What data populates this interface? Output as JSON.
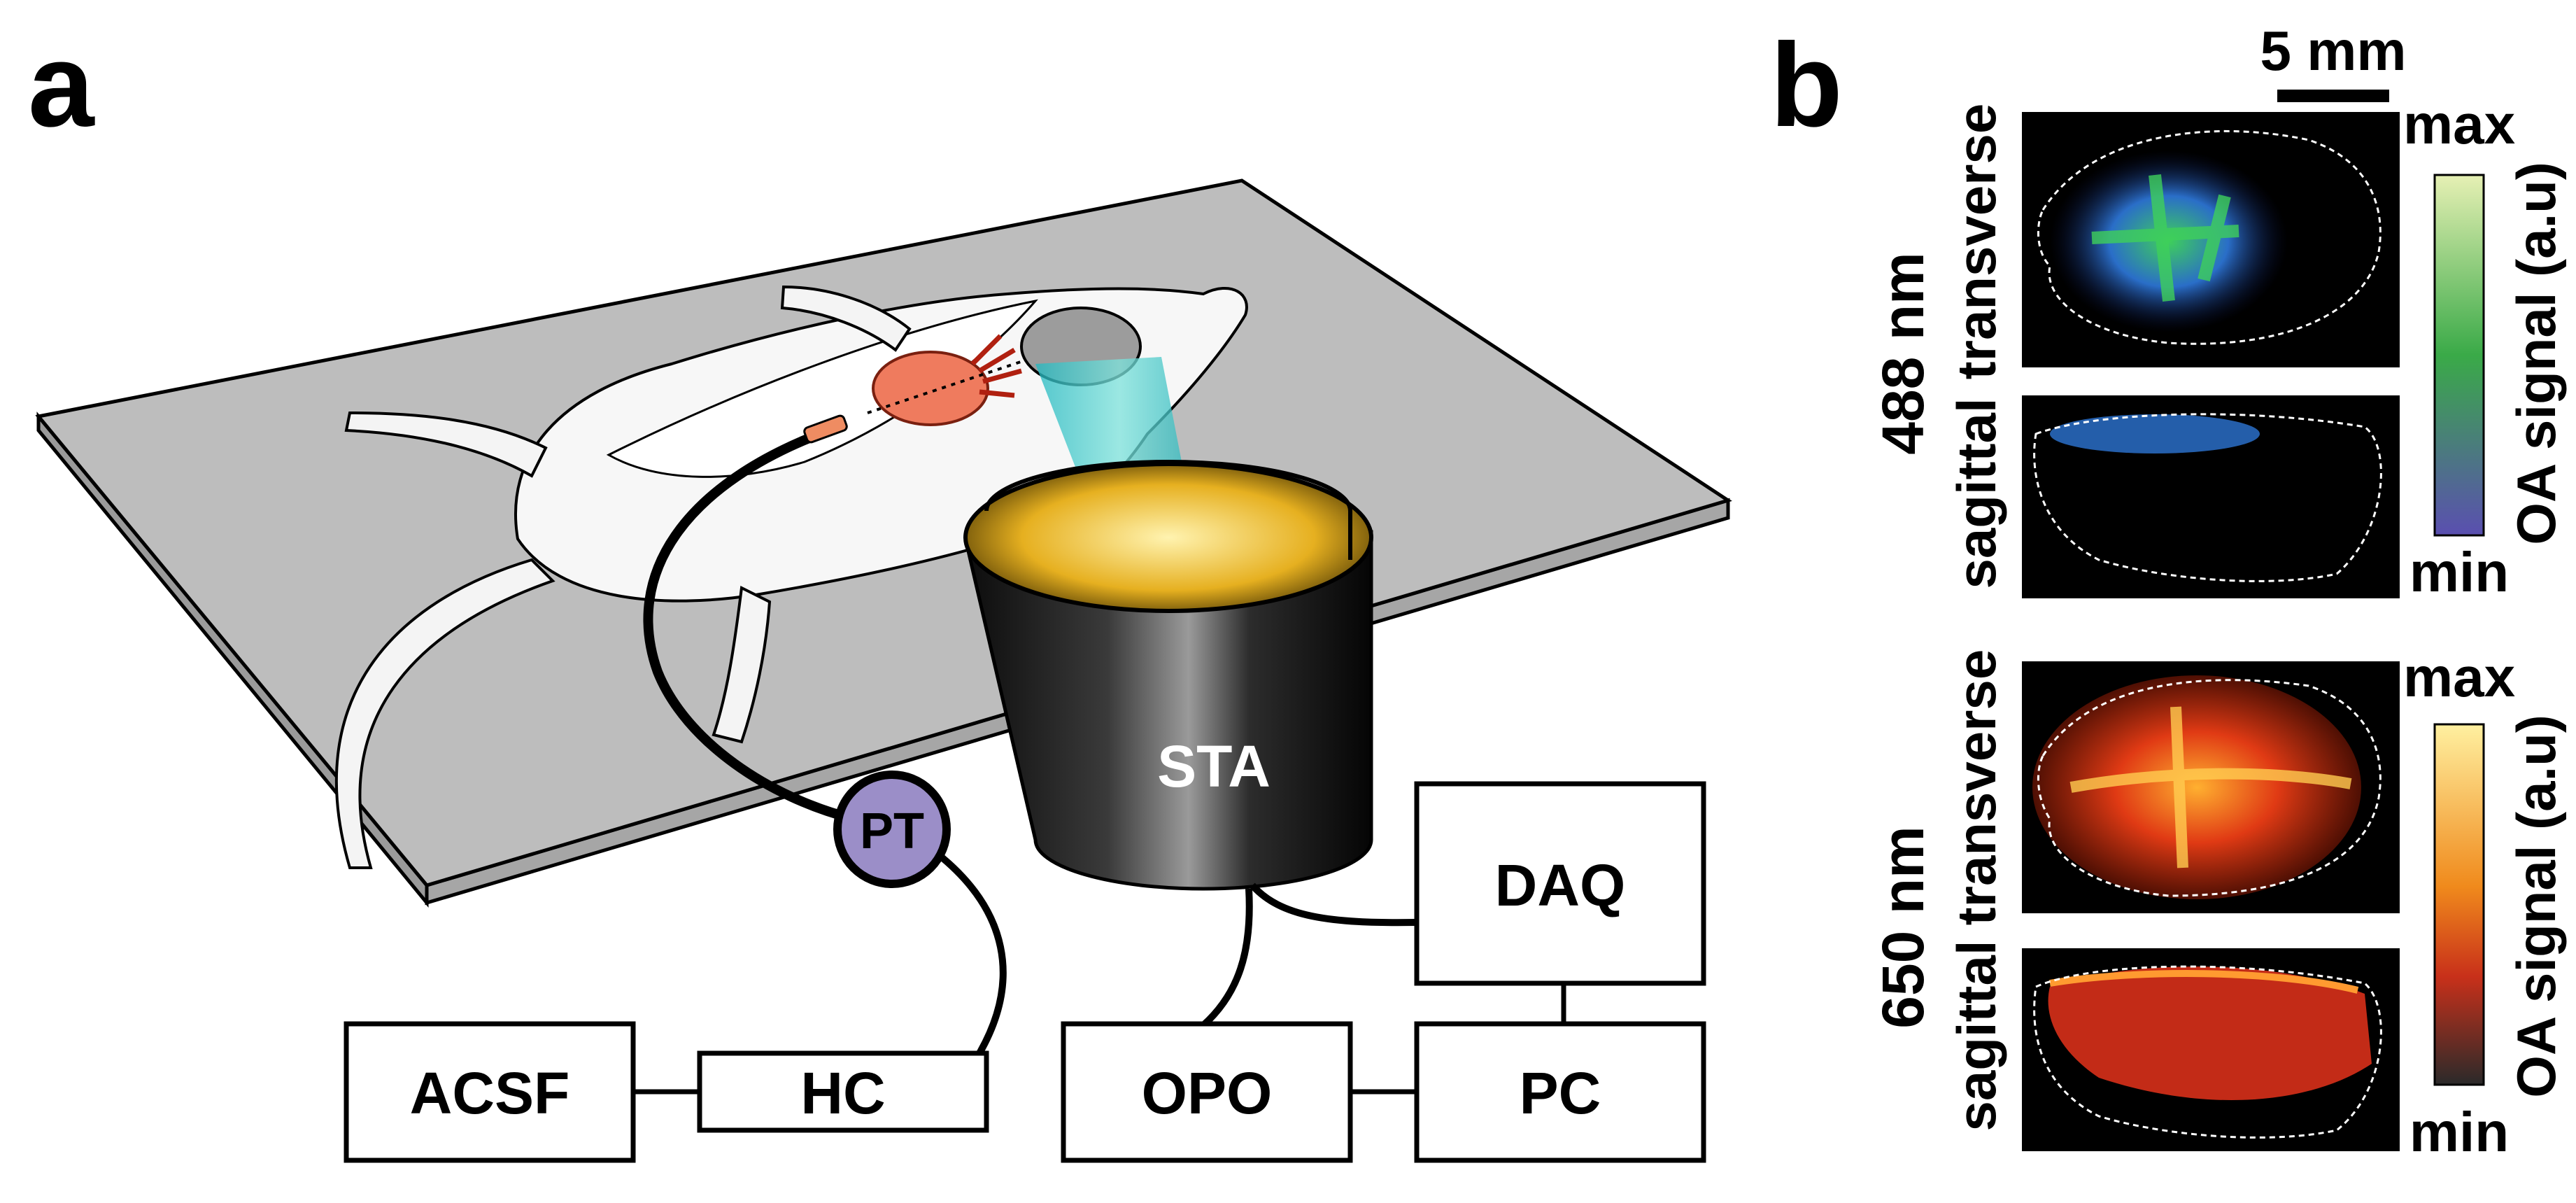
{
  "panel_labels": {
    "a": "a",
    "b": "b"
  },
  "setup": {
    "sta": "STA",
    "pt": "PT",
    "acsf": "ACSF",
    "hc": "HC",
    "opo": "OPO",
    "pc": "PC",
    "daq": "DAQ"
  },
  "scale_bar": "5 mm",
  "wavelengths": {
    "w488": "488 nm",
    "w650": "650 nm"
  },
  "views": {
    "transverse": "transverse",
    "sagittal": "sagittal"
  },
  "colorbar": {
    "max": "max",
    "min": "min",
    "title": "OA signal (a.u)"
  },
  "colors": {
    "table": "#bdbdbd",
    "pt_fill": "#9b8ec8",
    "heart": "#ef7b5e",
    "beam": "#33c9c8",
    "green_map_top": "#e6f0b4",
    "green_map_mid": "#3aaa48",
    "green_map_bottom": "#5a4fb0",
    "red_map_top": "#fff0a0",
    "red_map_mid": "#e8301a",
    "red_map_bottom": "#1a1a1a"
  }
}
